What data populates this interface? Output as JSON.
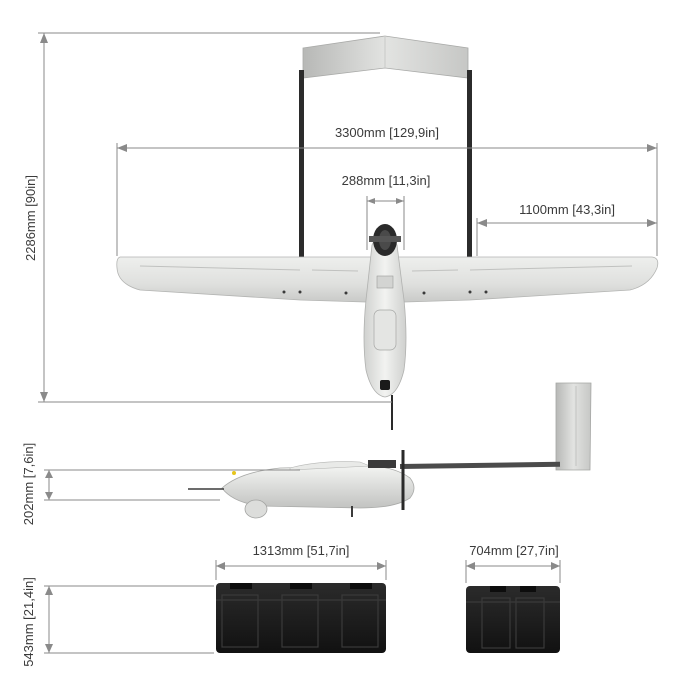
{
  "top_view": {
    "wingspan_label": "3300mm [129,9in]",
    "fuselage_width_label": "288mm [11,3in]",
    "outer_wing_label": "1100mm [43,3in]",
    "length_label": "2286mm [90in]"
  },
  "side_view": {
    "height_label": "202mm [7,6in]"
  },
  "cases": {
    "large_width_label": "1313mm [51,7in]",
    "small_width_label": "704mm [27,7in]",
    "height_label": "543mm [21,4in]"
  },
  "colors": {
    "airframe": "#e6e7e5",
    "case": "#1e1e1e",
    "dimension_line": "#8a8a8a",
    "text": "#3b3b3b"
  }
}
